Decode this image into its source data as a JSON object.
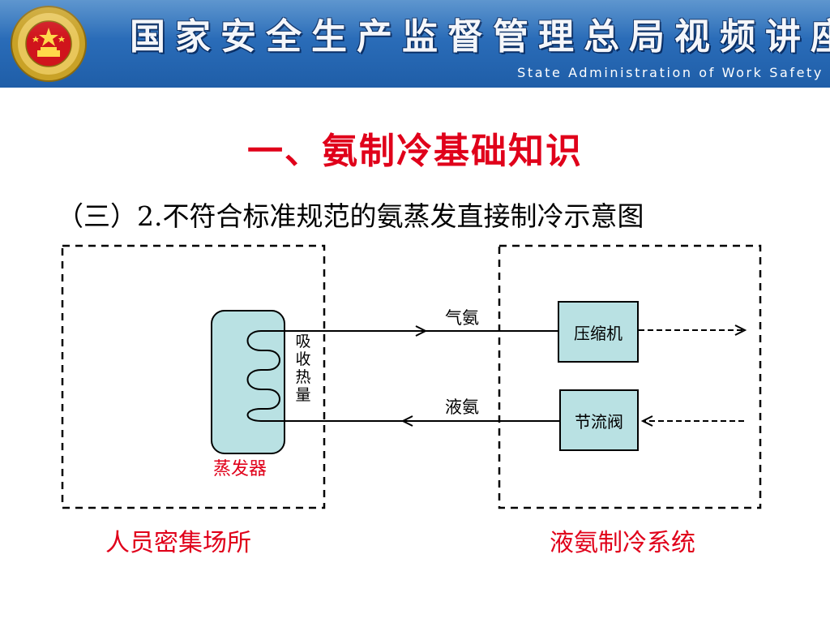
{
  "header": {
    "title": "国家安全生产监督管理总局视频讲座",
    "subtitle_en": "State Administration of Work Safety"
  },
  "slide": {
    "title": "一、氨制冷基础知识",
    "subtitle": "（三）2.不符合标准规范的氨蒸发直接制冷示意图"
  },
  "diagram": {
    "evaporator_label": "蒸发器",
    "absorb_heat_label": "吸收热量",
    "gas_ammonia_label": "气氨",
    "liquid_ammonia_label": "液氨",
    "compressor_label": "压缩机",
    "throttle_valve_label": "节流阀",
    "left_region_label": "人员密集场所",
    "right_region_label": "液氨制冷系统"
  },
  "colors": {
    "banner_blue": "#2a6cb8",
    "title_red": "#e0001a",
    "component_fill": "#b9e1e3"
  }
}
